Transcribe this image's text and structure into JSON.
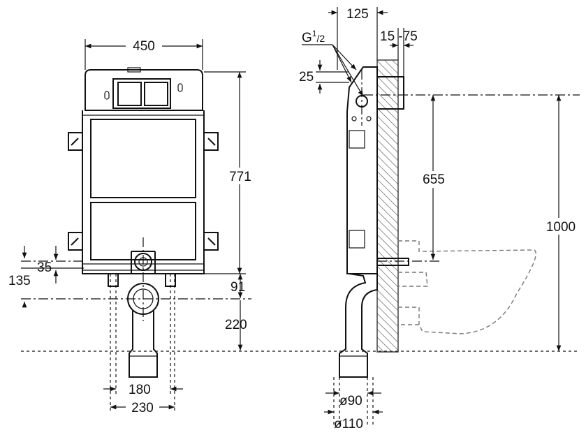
{
  "dimensions": {
    "width_450": "450",
    "height_771": "771",
    "d35": "35",
    "d135": "135",
    "d91": "91",
    "d220": "220",
    "d180": "180",
    "d230": "230",
    "d125": "125",
    "d15_75": "15 -75",
    "thread": "G",
    "thread_sup": "1",
    "thread_sub": "/2",
    "d25": "25",
    "d655": "655",
    "d1000": "1000",
    "d90": "ø90",
    "d110": "ø110"
  }
}
